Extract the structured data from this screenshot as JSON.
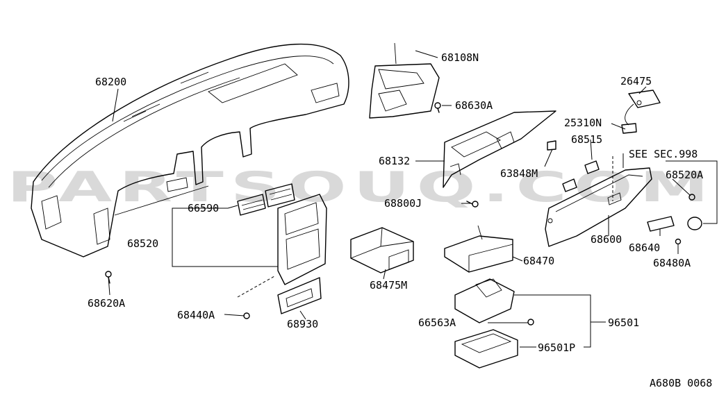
{
  "watermark": "PARTSOUQ.COM",
  "diagram_code": "A680B 0068",
  "callouts": {
    "p68200": "68200",
    "p68108N": "68108N",
    "p68630A": "68630A",
    "p26475": "26475",
    "p25310N": "25310N",
    "p68515": "68515",
    "see_sec": "SEE SEC.998",
    "p68132": "68132",
    "p63848M": "63848M",
    "p68520A": "68520A",
    "p66590": "66590",
    "p68800J": "68800J",
    "p68520": "68520",
    "p68600": "68600",
    "p68640": "68640",
    "p68480A": "68480A",
    "p68470": "68470",
    "p68475M": "68475M",
    "p68620A": "68620A",
    "p68440A": "68440A",
    "p68930": "68930",
    "p66563A": "66563A",
    "p96501": "96501",
    "p96501P": "96501P"
  }
}
